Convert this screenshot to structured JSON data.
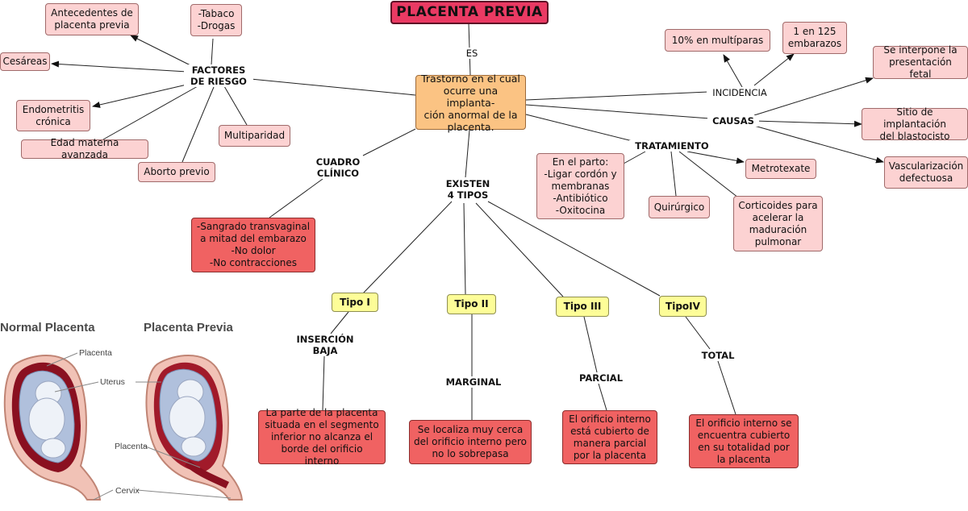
{
  "title": "PLACENTA PREVIA",
  "central": "Trastorno en el cual\nocurre una implanta-\nción anormal de la\nplacenta.",
  "labels": {
    "es": "ES",
    "factores": "FACTORES\nDE RIESGO",
    "incidencia": "INCIDENCIA",
    "causas": "CAUSAS",
    "tratamiento": "TRATAMIENTO",
    "cuadro": "CUADRO\nCLÍNICO",
    "existen": "EXISTEN\n4 TIPOS",
    "insercion": "INSERCIÓN\nBAJA",
    "marginal": "MARGINAL",
    "parcial": "PARCIAL",
    "total": "TOTAL"
  },
  "risk_factors": {
    "antecedentes": "Antecedentes de\nplacenta previa",
    "tabaco": "-Tabaco\n-Drogas",
    "cesareas": "Cesáreas",
    "endometritis": "Endometritis\ncrónica",
    "edad": "Edad materna avanzada",
    "aborto": "Aborto previo",
    "multiparidad": "Multiparidad"
  },
  "incidence": {
    "multiparas": "10% en multíparas",
    "embarazos": "1 en 125\nembarazos"
  },
  "causes": {
    "interpone": "Se interpone la\npresentación fetal",
    "sitio": "Sitio de implantación\ndel blastocisto",
    "vascularizacion": "Vascularización\ndefectuosa"
  },
  "treatment": {
    "parto": "En el parto:\n-Ligar cordón y\nmembranas\n-Antibiótico\n-Oxitocina",
    "quirurgico": "Quirúrgico",
    "metrotexate": "Metrotexate",
    "corticoides": "Corticoides para\nacelerar la\nmaduración\npulmonar"
  },
  "clinical": "-Sangrado transvaginal\na mitad del embarazo\n-No dolor\n-No contracciones",
  "types": {
    "t1": "Tipo I",
    "t2": "Tipo II",
    "t3": "Tipo III",
    "t4": "TipoIV",
    "d1": "La parte de la placenta\nsituada en el segmento\ninferior no alcanza el\nborde del orificio interno",
    "d2": "Se localiza muy cerca\ndel orificio interno pero\nno lo sobrepasa",
    "d3": "El orificio interno\nestá cubierto de\nmanera parcial\npor la placenta",
    "d4": "El orificio interno se\nencuentra cubierto\nen su totalidad por\nla placenta"
  },
  "figure": {
    "normal_title": "Normal Placenta",
    "previa_title": "Placenta Previa",
    "lbl_placenta_top": "Placenta",
    "lbl_uterus": "Uterus",
    "lbl_placenta_low": "Placenta",
    "lbl_cervix": "Cervix"
  }
}
